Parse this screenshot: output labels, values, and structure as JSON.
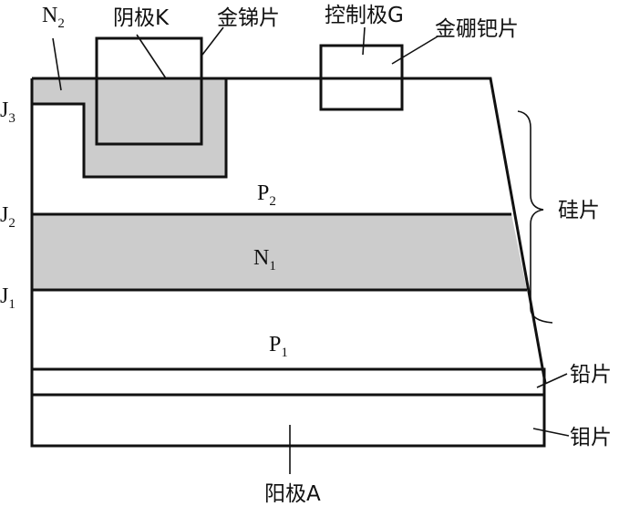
{
  "diagram": {
    "labels": {
      "n2": {
        "main": "N",
        "sub": "2"
      },
      "cathode": "阴极K",
      "gold_antimony": "金锑片",
      "gate": "控制极G",
      "gold_boron": "金硼钯片",
      "j3": {
        "main": "J",
        "sub": "3"
      },
      "j2": {
        "main": "J",
        "sub": "2"
      },
      "j1": {
        "main": "J",
        "sub": "1"
      },
      "p2": {
        "main": "P",
        "sub": "2"
      },
      "n1": {
        "main": "N",
        "sub": "1"
      },
      "p1": {
        "main": "P",
        "sub": "1"
      },
      "silicon": "硅片",
      "lead": "铅片",
      "molybdenum": "钼片",
      "anode": "阳极A"
    },
    "colors": {
      "stroke": "#111111",
      "doped_fill": "#cccccc",
      "background": "#ffffff"
    }
  }
}
